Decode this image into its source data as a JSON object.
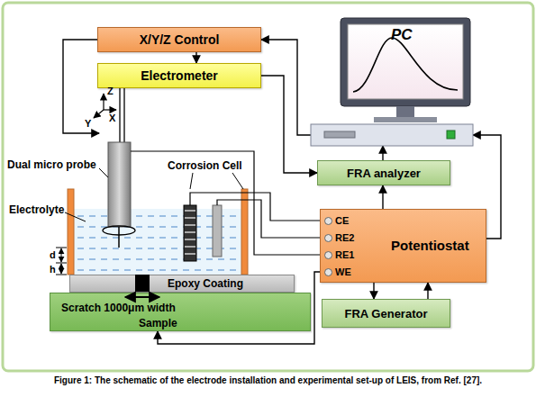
{
  "diagram": {
    "caption": "Figure 1: The schematic of the electrode installation and experimental set-up of LEIS, from Ref. [27].",
    "nodes": [
      {
        "text": [
          "X/Y/Z Control"
        ]
      },
      {
        "text": [
          "Electrometer"
        ]
      },
      {
        "text": [
          "PC"
        ]
      },
      {
        "text": [
          "FRA analyzer"
        ]
      },
      {
        "text": [
          "Potentiostat"
        ]
      },
      {
        "text": [
          "Epoxy Coating"
        ]
      },
      {
        "text": [
          "Scratch 1000μm width",
          "Sample"
        ]
      },
      {
        "text": [
          "FRA Generator"
        ]
      }
    ],
    "edges": [
      {
        "from": 0,
        "to": 1,
        "arrow": "to"
      },
      {
        "from": 2,
        "to": 0,
        "arrow": "to"
      },
      {
        "from": 1,
        "to": 3,
        "arrow": "to"
      },
      {
        "from": 3,
        "to": 2,
        "arrow": "to"
      },
      {
        "from": 4,
        "to": 3,
        "arrow": "to"
      },
      {
        "from": 4,
        "to": 2,
        "arrow": "to"
      },
      {
        "from": 4,
        "to": 7,
        "arrow": "to"
      },
      {
        "from": 7,
        "to": 4,
        "arrow": "to"
      },
      {
        "from": 4,
        "to": 6,
        "arrow": "to"
      }
    ],
    "labels": [
      "Z",
      "Y",
      "X",
      "Dual micro probe",
      "Corrosion Cell",
      "Electrolyte",
      "d",
      "h",
      "CE",
      "RE2",
      "RE1",
      "WE"
    ]
  }
}
